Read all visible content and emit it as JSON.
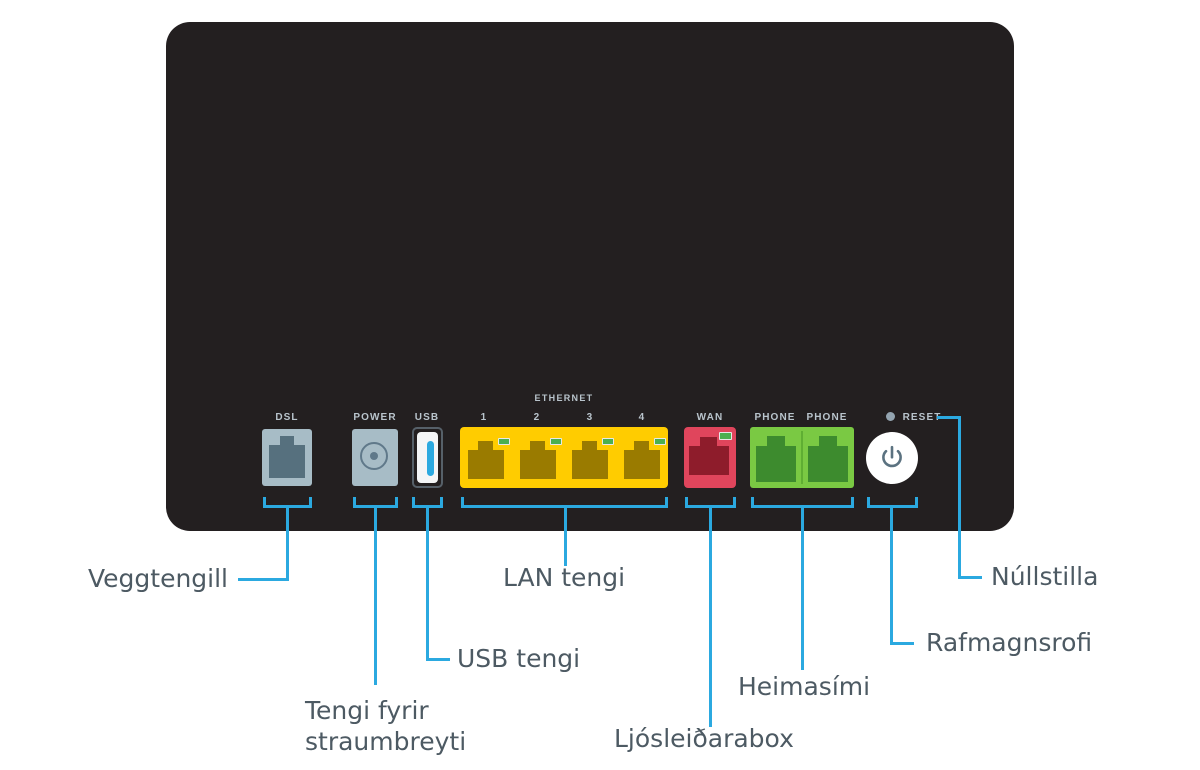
{
  "device": {
    "name": "router-rear-panel",
    "body_color": "#231f20"
  },
  "theme": {
    "accent": "#2ba9e0",
    "label_text": "#b9c4cc",
    "callout_text": "#4d5a63",
    "background": "#ffffff"
  },
  "ports": {
    "dsl": {
      "label": "DSL",
      "color": "#a7bcc6",
      "icon": "rj11-jack-icon"
    },
    "power": {
      "label": "POWER",
      "color": "#a7bcc6",
      "icon": "barrel-jack-icon"
    },
    "usb": {
      "label": "USB",
      "color": "#ffffff",
      "icon": "usb-port-icon"
    },
    "ethernet": {
      "group_label": "ETHERNET",
      "color": "#ffcc00",
      "ports": [
        {
          "label": "1",
          "icon": "rj45-jack-icon"
        },
        {
          "label": "2",
          "icon": "rj45-jack-icon"
        },
        {
          "label": "3",
          "icon": "rj45-jack-icon"
        },
        {
          "label": "4",
          "icon": "rj45-jack-icon"
        }
      ]
    },
    "wan": {
      "label": "WAN",
      "color": "#e0455c",
      "icon": "rj45-jack-icon"
    },
    "phone": {
      "color": "#7ac943",
      "ports": [
        {
          "label": "PHONE",
          "icon": "rj11-jack-icon"
        },
        {
          "label": "PHONE",
          "icon": "rj11-jack-icon"
        }
      ]
    },
    "reset": {
      "label": "RESET",
      "icon": "pinhole-icon"
    },
    "power_button": {
      "icon": "power-symbol-icon"
    }
  },
  "callouts": [
    {
      "id": "wall-socket",
      "text": "Veggtengill"
    },
    {
      "id": "power-adapter",
      "text": "Tengi fyrir\nstraumbreyti"
    },
    {
      "id": "usb-port",
      "text": "USB tengi"
    },
    {
      "id": "lan-ports",
      "text": "LAN tengi"
    },
    {
      "id": "fiber-box",
      "text": "Ljósleiðarabox"
    },
    {
      "id": "home-phone",
      "text": "Heimasími"
    },
    {
      "id": "power-switch",
      "text": "Rafmagnsrofi"
    },
    {
      "id": "reset",
      "text": "Núllstilla"
    }
  ]
}
